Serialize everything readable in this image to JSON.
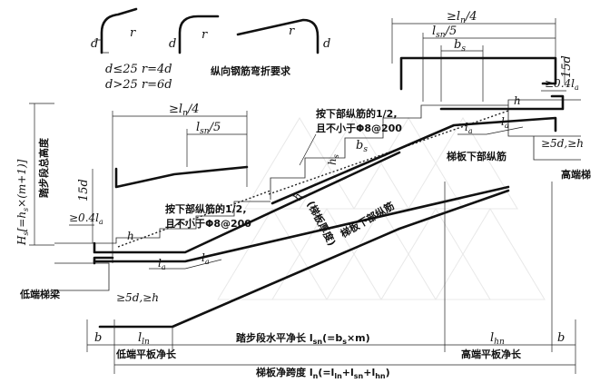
{
  "bend": {
    "title": "纵向钢筋弯折要求",
    "d": "d",
    "r": "r",
    "rule1": "d≤25  r=4d",
    "rule2": "d>25  r=6d"
  },
  "top_dims": {
    "ln4": "≥l",
    "ln4_sub": "n",
    "ln4_tail": "/4",
    "lsn5": "l",
    "lsn5_sub": "sn",
    "lsn5_tail": "/5",
    "bs": "b",
    "bs_sub": "s",
    "d15": "15d",
    "d04": "≥0.4l",
    "d04_sub": "a",
    "h": "h"
  },
  "mid_dims": {
    "ln4": "≥l",
    "ln4_sub": "n",
    "ln4_tail": "/4",
    "lsn5": "l",
    "lsn5_sub": "sn",
    "lsn5_tail": "/5",
    "d15": "15d",
    "d04": "≥0.4l",
    "d04_sub": "a",
    "h": "h",
    "la": "l",
    "la_sub": "a",
    "d5h": "≥5d,≥h"
  },
  "right_dims": {
    "la": "l",
    "la_sub": "a",
    "d5h": "≥5d,≥h",
    "high_beam": "高端梯",
    "bs": "b",
    "bs_sub": "s",
    "hs": "h",
    "hs_sub": "s"
  },
  "annotations": {
    "upper_half_1": "按下部纵筋的1/2,",
    "upper_half_2": "且不小于Φ8@200",
    "lower_half_1": "按下部纵筋的1/2,",
    "lower_half_2": "且不小于Φ8@200",
    "slab_bottom": "梯板下部纵筋",
    "slab_bottom_right": "梯板下部纵筋",
    "slab_thickness_h": "h",
    "slab_thickness_text": "(梯板厚度)",
    "low_beam": "低端梯梁"
  },
  "left_axis": {
    "formula": "H",
    "formula_sub": "s",
    "formula_tail": "[=h",
    "formula_tail_sub": "s",
    "formula_end": "×(m+1)]",
    "text": "踏步段总高度"
  },
  "bottom_dims": {
    "b_left": "b",
    "b_right": "b",
    "lln": "l",
    "lln_sub": "ln",
    "lhn": "l",
    "lhn_sub": "hn",
    "low_flat": "低端平板净长",
    "high_flat": "高端平板净长",
    "step_horiz": "踏步段水平净长 l",
    "step_horiz_sub": "sn",
    "step_horiz_tail": "(=b",
    "step_horiz_tail_sub": "s",
    "step_horiz_end": "×m)",
    "total": "梯板净跨度 l",
    "total_sub": "n",
    "total_tail": "(=l",
    "total_tail_sub1": "ln",
    "total_mid1": "+l",
    "total_tail_sub2": "sn",
    "total_mid2": "+l",
    "total_tail_sub3": "hn",
    "total_end": ")"
  }
}
